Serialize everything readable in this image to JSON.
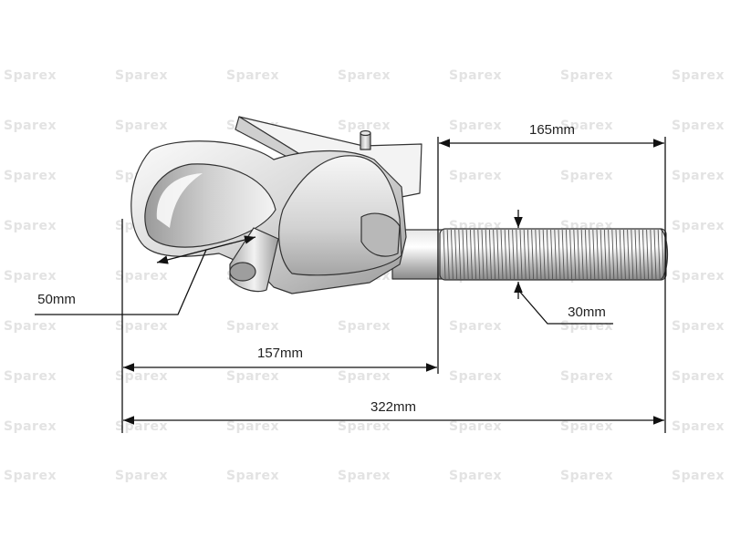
{
  "watermark": {
    "text": "Sparex",
    "color": "#e3e3e3",
    "columns": 7,
    "rows": 9
  },
  "dimensions": {
    "overall_length": "322mm",
    "hook_length": "157mm",
    "thread_length": "165mm",
    "thread_diameter": "30mm",
    "ball_diameter": "50mm"
  },
  "drawing": {
    "subject": "hook-with-threaded-shank",
    "line_color": "#222222",
    "metal_light": "#f0f0f0",
    "metal_dark": "#8a8a8a"
  }
}
